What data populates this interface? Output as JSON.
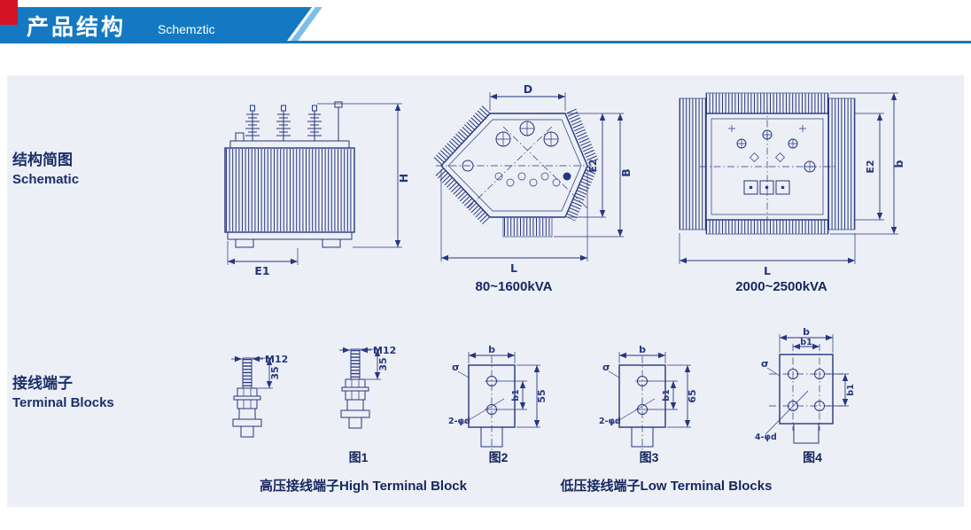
{
  "header": {
    "title": "产品结构",
    "subtitle": "Schemztic"
  },
  "sections": {
    "schematic": {
      "zh": "结构简图",
      "en": "Schematic"
    },
    "terminal": {
      "zh": "接线端子",
      "en": "Terminal Blocks"
    }
  },
  "schematic_row": {
    "side_view": {
      "dim_h": "H",
      "dim_e1": "E1"
    },
    "hex_view": {
      "dim_d": "D",
      "dim_e2": "E2",
      "dim_b": "B",
      "dim_l": "L",
      "caption": "80~1600kVA"
    },
    "rect_view": {
      "dim_e2": "E2",
      "dim_b": "b",
      "dim_l": "L",
      "caption": "2000~2500kVA"
    }
  },
  "terminal_row": {
    "bolt1": {
      "thread": "M12",
      "length": "35"
    },
    "bolt2": {
      "thread": "M12",
      "length": "35",
      "caption": "图1"
    },
    "plate2": {
      "width": "b",
      "pitch": "b1",
      "height": "55",
      "holes": "2-φd",
      "thickness": "σ",
      "caption": "图2"
    },
    "plate3": {
      "width": "b",
      "pitch": "b1",
      "height": "65",
      "holes": "2-φd",
      "thickness": "σ",
      "caption": "图3"
    },
    "plate4": {
      "width": "b",
      "pitch_top": "b1",
      "pitch_side": "b1",
      "holes": "4-φd",
      "thickness": "σ",
      "caption": "图4"
    },
    "high_label": "高压接线端子High Terminal Block",
    "low_label": "低压接线端子Low Terminal Blocks"
  },
  "colors": {
    "banner_blue": "#1479c2",
    "accent_red": "#d41324",
    "panel_bg": "#eceff5",
    "line_navy": "#273680"
  }
}
